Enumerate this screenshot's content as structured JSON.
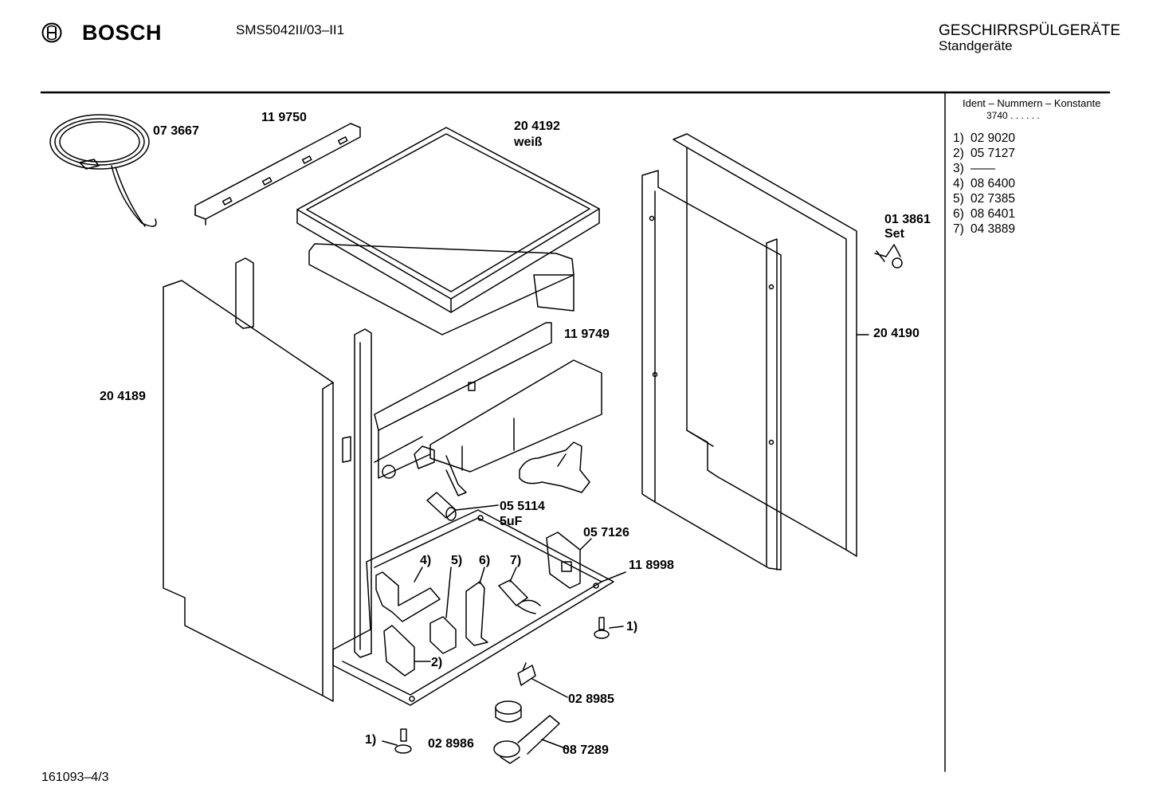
{
  "header": {
    "brand": "BOSCH",
    "model": "SMS5042II/03–II1",
    "category": "GESCHIRRSPÜLGERÄTE",
    "subcategory": "Standgeräte",
    "logo_icon": "bosch-armature-icon"
  },
  "footer": {
    "drawing_id": "161093–4/3"
  },
  "reference": {
    "heading": "Ident – Nummern – Konstante",
    "constant": "3740  .  .  .  .  .  .",
    "items": [
      {
        "num": "1)",
        "code": "02 9020"
      },
      {
        "num": "2)",
        "code": "05 7127"
      },
      {
        "num": "3)",
        "code": "——"
      },
      {
        "num": "4)",
        "code": "08 6400"
      },
      {
        "num": "5)",
        "code": "02 7385"
      },
      {
        "num": "6)",
        "code": "08 6401"
      },
      {
        "num": "7)",
        "code": "04 3889"
      }
    ]
  },
  "parts": {
    "cable": "07 3667",
    "top_rail": "11 9750",
    "worktop": "20 4192",
    "worktop_note": "weiß",
    "screw_set": "01 3861",
    "screw_set_note": "Set",
    "side_panel_right": "20 4190",
    "rear_rail": "11 9749",
    "side_panel_left": "20 4189",
    "capacitor": "05 5114",
    "capacitor_note": "5uF",
    "bracket": "05 7126",
    "base_frame": "11 8998",
    "callout_4": "4)",
    "callout_5": "5)",
    "callout_6": "6)",
    "callout_7": "7)",
    "callout_1_right": "1)",
    "callout_2": "2)",
    "callout_1_left": "1)",
    "float_switch": "02 8985",
    "float": "02 8986",
    "sump_part": "08 7289"
  }
}
